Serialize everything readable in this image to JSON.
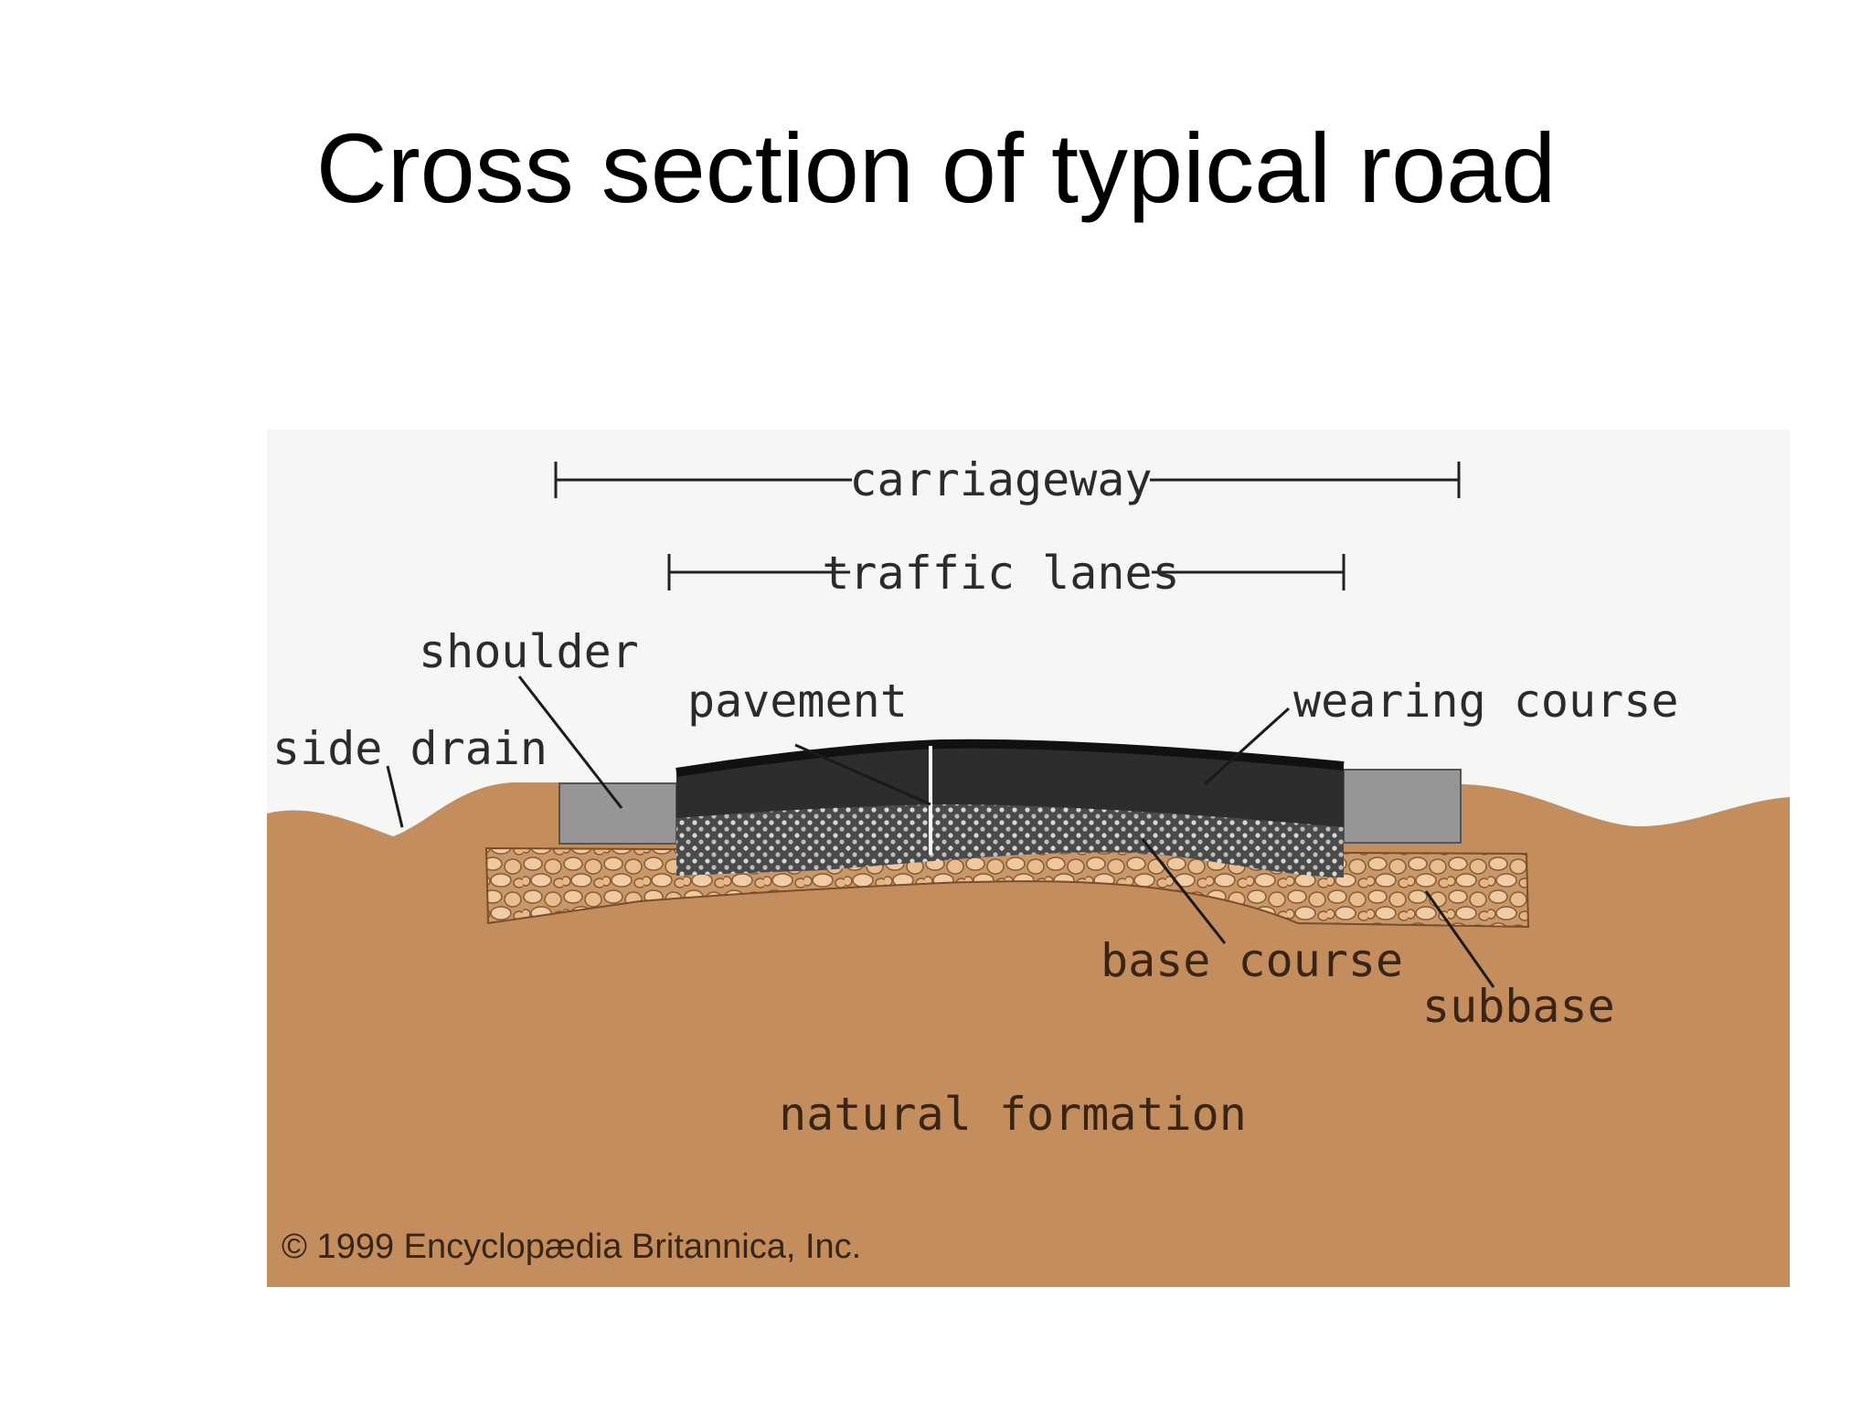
{
  "slide": {
    "title": "Cross section of typical road"
  },
  "diagram": {
    "labels": {
      "carriageway": "carriageway",
      "traffic_lanes": "traffic lanes",
      "shoulder": "shoulder",
      "pavement": "pavement",
      "wearing_course": "wearing course",
      "side_drain": "side drain",
      "base_course": "base course",
      "subbase": "subbase",
      "natural_formation": "natural formation"
    },
    "credit": "© 1999 Encyclopædia Britannica, Inc.",
    "colors": {
      "soil": "#c48d5e",
      "shoulder": "#969696",
      "wearing_course": "#2d2d2d",
      "base_course": "#4a4a4a",
      "subbase": "#e3b88a",
      "label_text": "#2b2b2b"
    }
  }
}
